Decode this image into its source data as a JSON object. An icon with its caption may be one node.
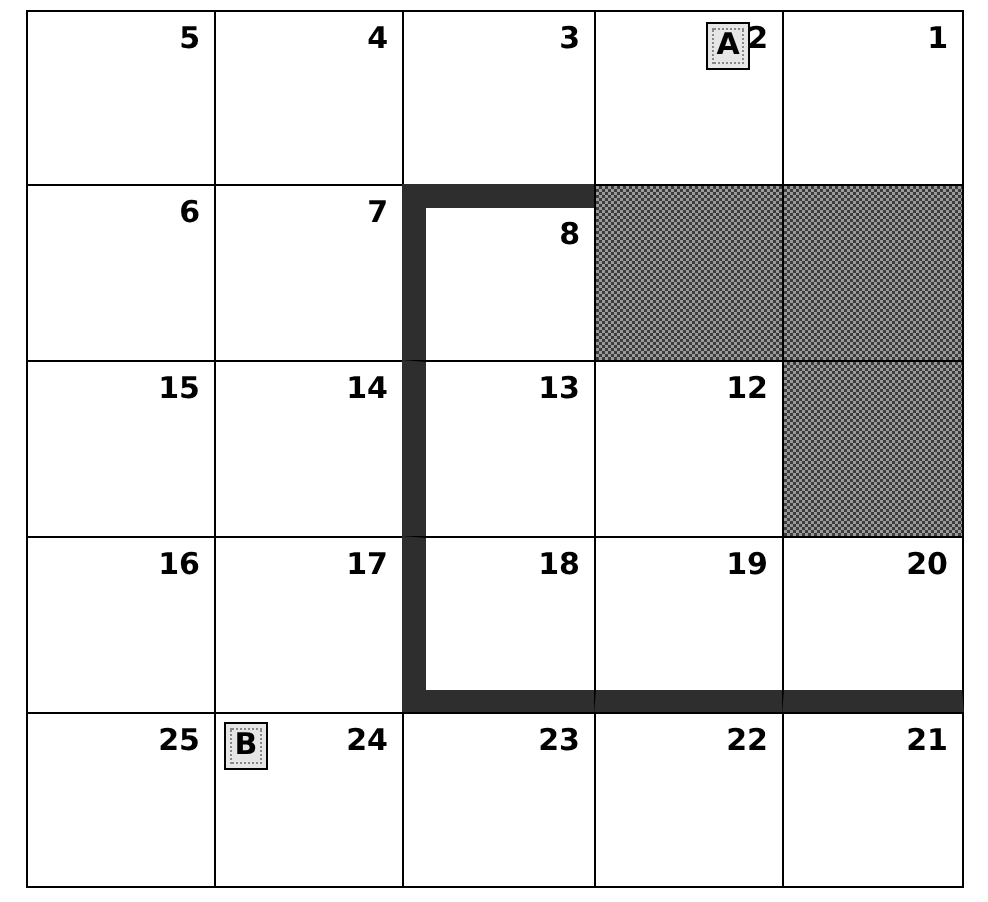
{
  "diagram": {
    "nodes": [
      {
        "text": [
          "5"
        ]
      },
      {
        "text": [
          "4"
        ]
      },
      {
        "text": [
          "3"
        ]
      },
      {
        "text": [
          "2"
        ]
      },
      {
        "text": [
          "A"
        ],
        "in": 3
      },
      {
        "text": [
          "1"
        ]
      },
      {
        "text": [
          "6"
        ]
      },
      {
        "text": [
          "7"
        ]
      },
      {
        "text": [
          "8"
        ]
      },
      {
        "text": [],
        "shape": "box"
      },
      {
        "text": [],
        "shape": "box"
      },
      {
        "text": [
          "15"
        ]
      },
      {
        "text": [
          "14"
        ]
      },
      {
        "text": [
          "13"
        ]
      },
      {
        "text": [
          "12"
        ]
      },
      {
        "text": [],
        "shape": "box"
      },
      {
        "text": [
          "16"
        ]
      },
      {
        "text": [
          "17"
        ]
      },
      {
        "text": [
          "18"
        ]
      },
      {
        "text": [
          "19"
        ]
      },
      {
        "text": [
          "20"
        ]
      },
      {
        "text": [
          "25"
        ]
      },
      {
        "text": [
          "24"
        ]
      },
      {
        "text": [
          "B"
        ],
        "in": 22
      },
      {
        "text": [
          "23"
        ]
      },
      {
        "text": [
          "22"
        ]
      },
      {
        "text": [
          "21"
        ]
      }
    ]
  }
}
